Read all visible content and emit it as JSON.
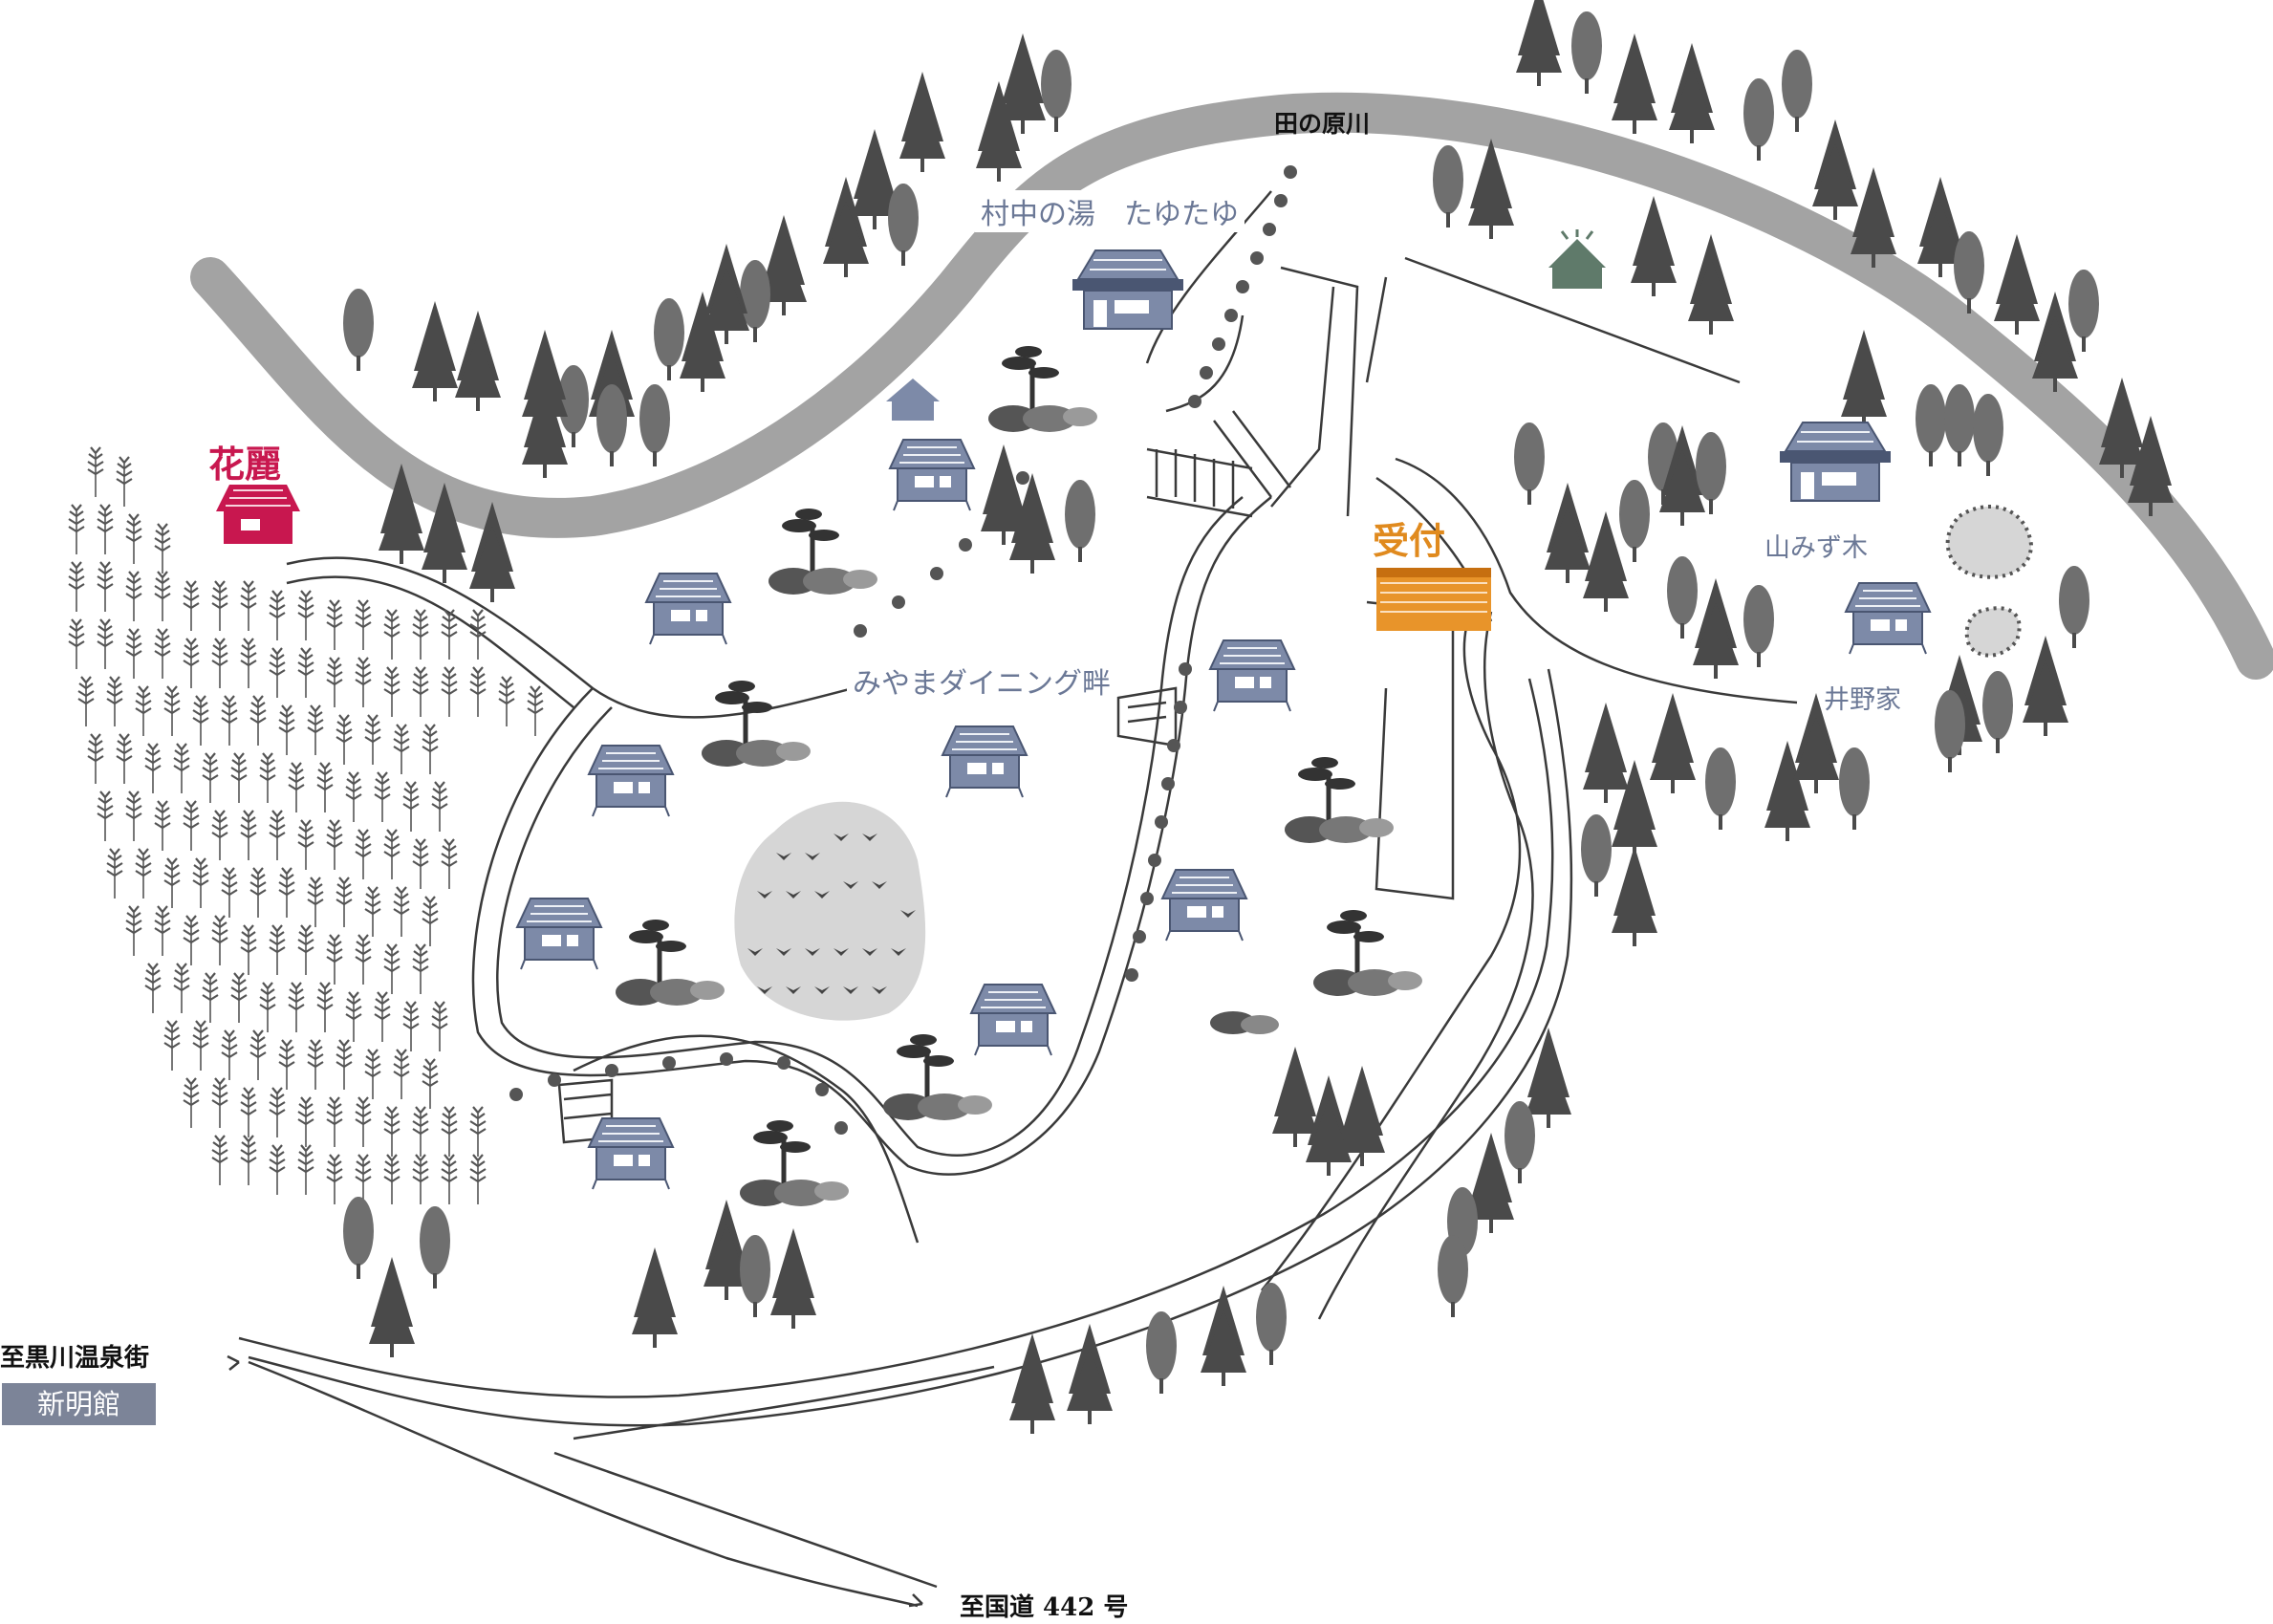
{
  "map": {
    "river_label": "田の原川",
    "places": {
      "hanarei": "花麗",
      "uketsuke": "受付",
      "yamamizuki": "山みず木",
      "inoya": "井野家",
      "tayutayu": "村中の湯　たゆたゆ",
      "dining": "みやまダイニング畔"
    },
    "destinations": {
      "kurokawa": "至黒川温泉街",
      "shinmeikan": "新明館",
      "kokudo": "至国道 442 号"
    }
  },
  "colors": {
    "river": "#a3a3a3",
    "road": "#3a3a3a",
    "tree": "#4a4a4a",
    "tree_light": "#7a7a7a",
    "house": "#7d8aa8",
    "house_dark": "#4a5672",
    "highlight_red": "#c8174f",
    "highlight_orange": "#e8942a",
    "green_house": "#5f7a6a",
    "field": "#d6d6d6"
  }
}
